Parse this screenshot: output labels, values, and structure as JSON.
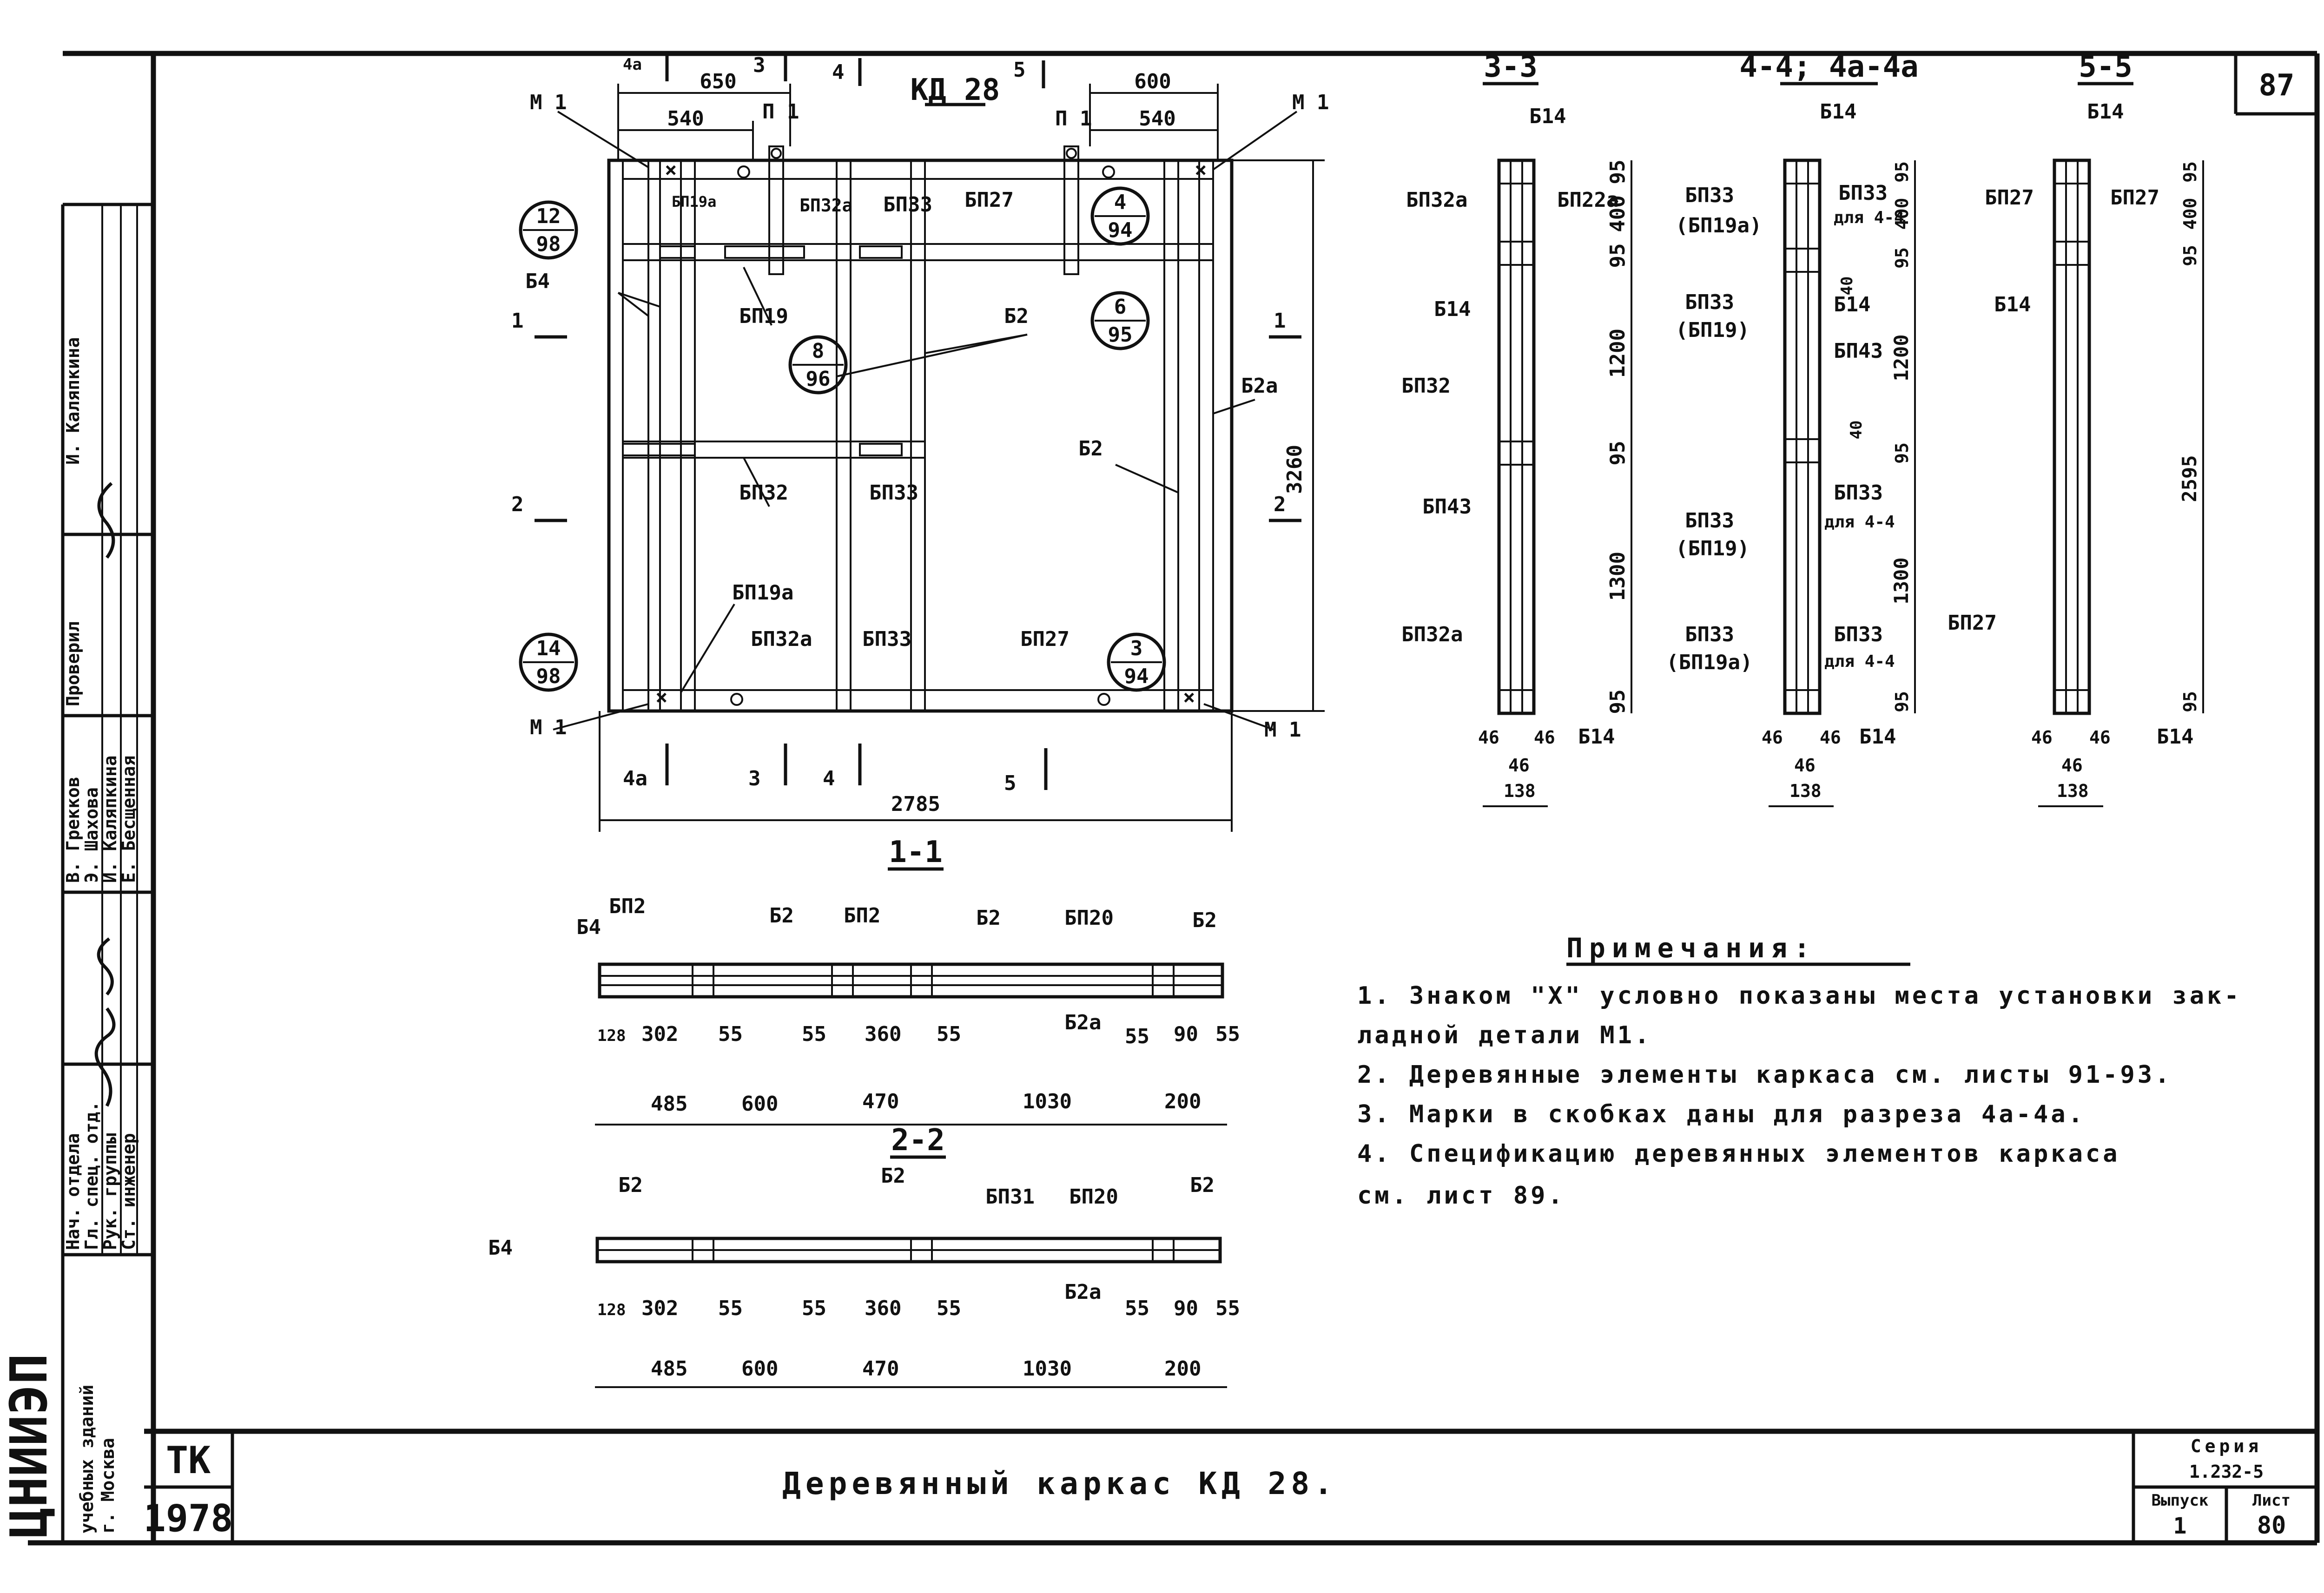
{
  "sheet": {
    "page_number": "87",
    "title": "Деревянный каркас КД 28.",
    "series_label": "Серия",
    "series_value": "1.232-5",
    "issue_label": "Выпуск",
    "issue_value": "1",
    "sheet_label": "Лист",
    "sheet_value": "80",
    "code": "ТК",
    "year": "1978"
  },
  "institute": {
    "logo": "ЦНИИЭП",
    "line1": "учебных зданий",
    "line2": "г. Москва"
  },
  "stamp": {
    "roles": [
      "Нач. отдела",
      "Гл. спец. отд.",
      "Рук. группы",
      "Ст. инженер"
    ],
    "names": [
      "В. Грекков",
      "Э. Шахова",
      "И. Каляпкина",
      "Е. Бесщенная"
    ],
    "check_label": "Проверил",
    "check_name": "И. Каляпкина"
  },
  "elevation": {
    "title": "КД 28",
    "labels": {
      "m1": "М 1",
      "p1": "П 1",
      "b4": "Б4",
      "b2": "Б2",
      "b2a": "Б2а",
      "bp19": "БП19",
      "bp19a": "БП19а",
      "bp32": "БП32",
      "bp32a": "БП32а",
      "bp33": "БП33",
      "bp27": "БП27"
    },
    "dims": {
      "d650": "650",
      "d540a": "540",
      "d600": "600",
      "d540b": "540",
      "width": "2785",
      "height": "3260"
    },
    "refs": [
      {
        "top": "12",
        "bottom": "98"
      },
      {
        "top": "4",
        "bottom": "94"
      },
      {
        "top": "6",
        "bottom": "95"
      },
      {
        "top": "8",
        "bottom": "96"
      },
      {
        "top": "14",
        "bottom": "98"
      },
      {
        "top": "3",
        "bottom": "94"
      }
    ],
    "cuts": {
      "c1": "1",
      "c2": "2",
      "c3": "3",
      "c4": "4",
      "c4a": "4а",
      "c5": "5"
    }
  },
  "section33": {
    "title": "3-3",
    "labels": [
      "Б14",
      "БП32а",
      "БП22а",
      "Б14",
      "БП32",
      "БП43",
      "БП32а",
      "Б14"
    ],
    "dims": [
      "95",
      "400",
      "95",
      "1200",
      "95",
      "1300",
      "95"
    ],
    "bottom": [
      "46",
      "46",
      "46",
      "138"
    ]
  },
  "section44": {
    "title": "4-4; 4а-4а",
    "labels": [
      "Б14",
      "БП33",
      "(БП19а)",
      "БП33",
      "для 4-4",
      "БП33",
      "(БП19)",
      "Б14",
      "БП43",
      "БП33",
      "(БП19)",
      "БП33",
      "для 4-4",
      "БП33",
      "(БП19а)",
      "БП33",
      "для 4-4",
      "Б14"
    ],
    "dims": [
      "95",
      "400",
      "95",
      "40",
      "1200",
      "40",
      "95",
      "1300",
      "95"
    ],
    "bottom": [
      "46",
      "46",
      "46",
      "138"
    ]
  },
  "section55": {
    "title": "5-5",
    "labels": [
      "Б14",
      "БП27",
      "БП27",
      "Б14",
      "БП27",
      "Б14"
    ],
    "dims": [
      "95",
      "400",
      "95",
      "2595",
      "95"
    ],
    "bottom": [
      "46",
      "46",
      "46",
      "138"
    ]
  },
  "section11": {
    "title": "1-1",
    "labels": [
      "БП2",
      "Б4",
      "Б2",
      "БП2",
      "Б2",
      "БП20",
      "Б2",
      "Б2а"
    ],
    "small_dims": [
      "128",
      "302",
      "55",
      "55",
      "360",
      "55",
      "55",
      "90",
      "55"
    ],
    "dims": [
      "485",
      "600",
      "470",
      "1030",
      "200"
    ]
  },
  "section22": {
    "title": "2-2",
    "labels": [
      "Б2",
      "Б4",
      "Б2",
      "БП31",
      "БП20",
      "Б2",
      "Б2а"
    ],
    "small_dims": [
      "128",
      "302",
      "55",
      "55",
      "360",
      "55",
      "55",
      "90",
      "55"
    ],
    "dims": [
      "485",
      "600",
      "470",
      "1030",
      "200"
    ]
  },
  "notes": {
    "heading": "Примечания:",
    "items": [
      "1. Знаком \"Х\" условно показаны места установки зак-",
      "ладной детали М1.",
      "2. Деревянные элементы каркаса см. листы 91-93.",
      "3. Марки в скобках даны для разреза 4а-4а.",
      "4. Спецификацию деревянных элементов каркаса",
      "см. лист 89."
    ]
  }
}
